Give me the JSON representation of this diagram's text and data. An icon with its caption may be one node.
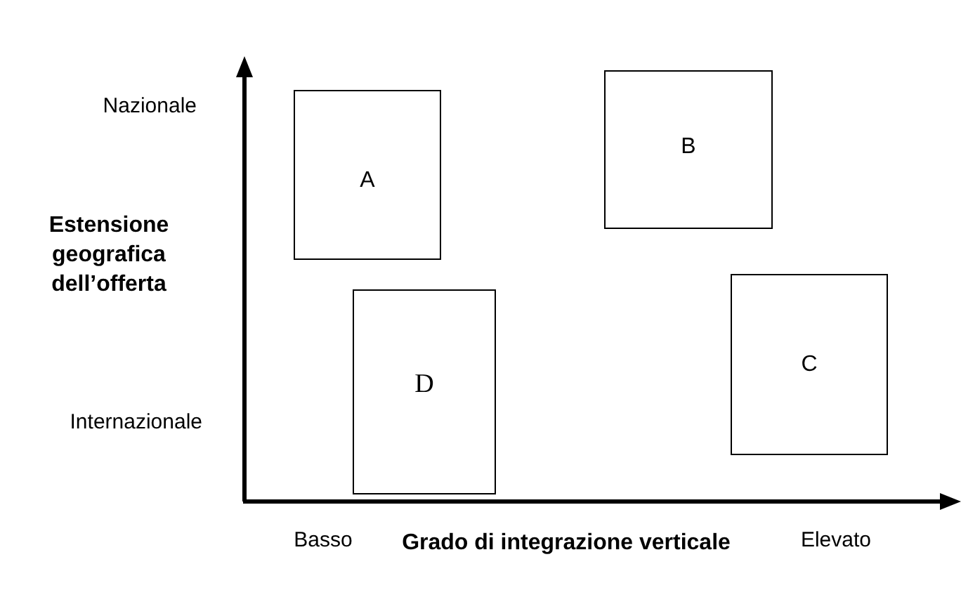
{
  "diagram": {
    "nodes": [
      {
        "text": [
          "A"
        ]
      },
      {
        "text": [
          "B"
        ]
      },
      {
        "text": [
          "C"
        ]
      },
      {
        "text": [
          "D"
        ]
      }
    ],
    "labels": [
      "Nazionale",
      "Estensione geografica dell’offerta",
      "Internazionale",
      "Basso",
      "Grado di integrazione verticale",
      "Elevato"
    ]
  }
}
